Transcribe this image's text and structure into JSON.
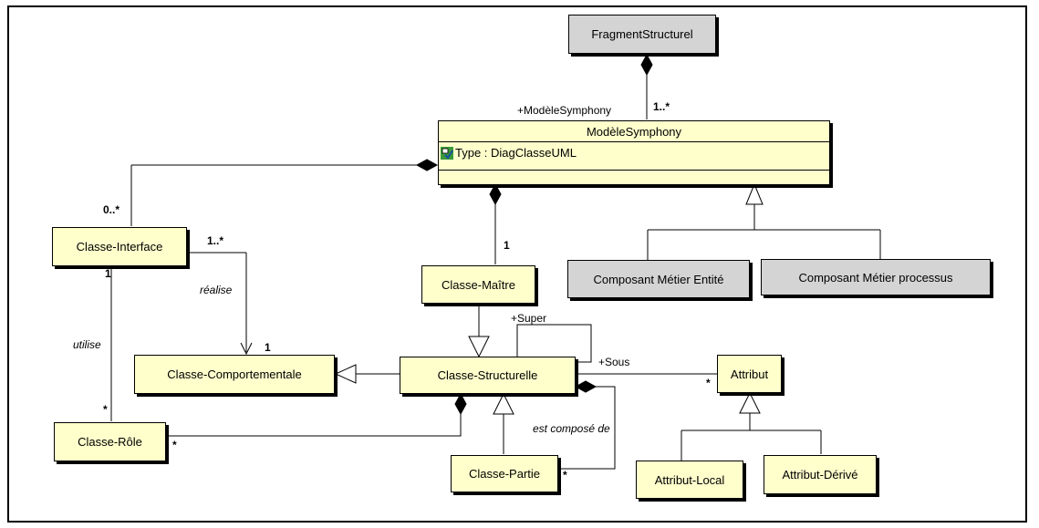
{
  "classes": {
    "fragment": "FragmentStructurel",
    "modele": "ModèleSymphony",
    "modele_attr": "Type : DiagClasseUML",
    "interface": "Classe-Interface",
    "maitre": "Classe-Maître",
    "entite": "Composant Métier Entité",
    "processus": "Composant Métier processus",
    "comportementale": "Classe-Comportementale",
    "structurelle": "Classe-Structurelle",
    "attribut": "Attribut",
    "role": "Classe-Rôle",
    "partie": "Classe-Partie",
    "attr_local": "Attribut-Local",
    "attr_derive": "Attribut-Dérivé"
  },
  "labels": {
    "role_modele": "+ModèleSymphony",
    "mult_1n_top": "1..*",
    "mult_0n": "0..*",
    "mult_1_maitre": "1",
    "mult_1n_interface": "1..*",
    "realise": "réalise",
    "mult_1_interface": "1",
    "utilise": "utilise",
    "mult_1_comport": "1",
    "mult_star_role_top": "*",
    "role_super": "+Super",
    "role_sous": "+Sous",
    "mult_star_attr": "*",
    "est_compose_de": "est composé de",
    "mult_star_role": "*",
    "mult_star_partie": "*"
  },
  "colors": {
    "class_fill": "#ffffcc",
    "component_fill": "#d4d4d4",
    "line": "#000000"
  }
}
